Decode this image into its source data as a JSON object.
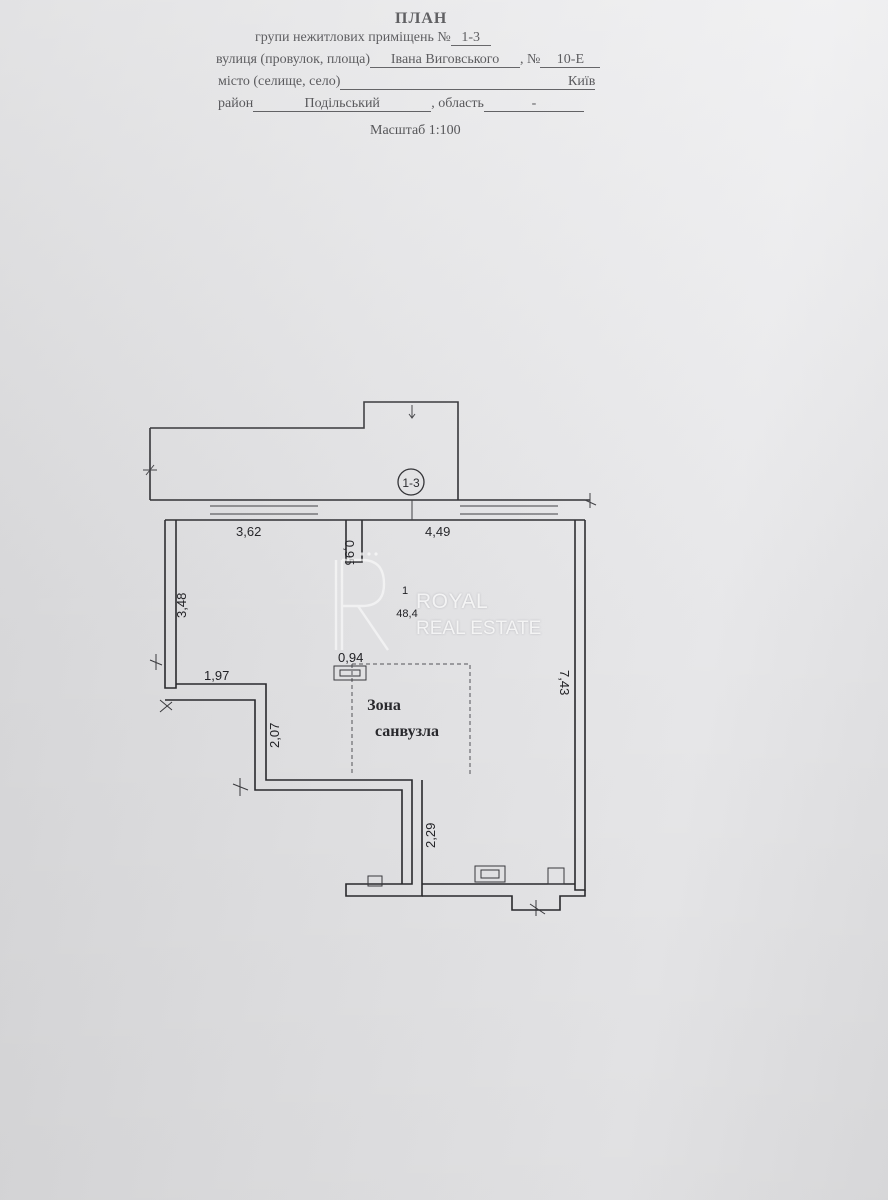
{
  "header": {
    "title": "ПЛАН",
    "subtitle_prefix": "групи нежитлових приміщень №",
    "subtitle_value": "1-3",
    "street_label": "вулиця (провулок, площа)",
    "street_value": "Івана Виговського",
    "number_label": ", №",
    "number_value": "10-Е",
    "city_label": "місто (селище, село)",
    "city_value": "Київ",
    "district_label": "район",
    "district_value": "Подільський",
    "region_label": ", область",
    "region_value": "-",
    "scale": "Масштаб 1:100"
  },
  "plan": {
    "group_marker": "1-3",
    "room_number": "1",
    "room_area": "48,4",
    "zone_line1": "Зона",
    "zone_line2": "санвузла",
    "dimensions": {
      "top_left": "3,62",
      "top_mid": "0,95",
      "top_right": "4,49",
      "left_upper": "3,48",
      "left_step": "1,97",
      "mid_small": "0,94",
      "step_vertical": "2,07",
      "right_full": "7,43",
      "lower_vertical": "2,29"
    }
  },
  "watermark": {
    "line1": "ROYAL",
    "line2": "REAL ESTATE"
  }
}
